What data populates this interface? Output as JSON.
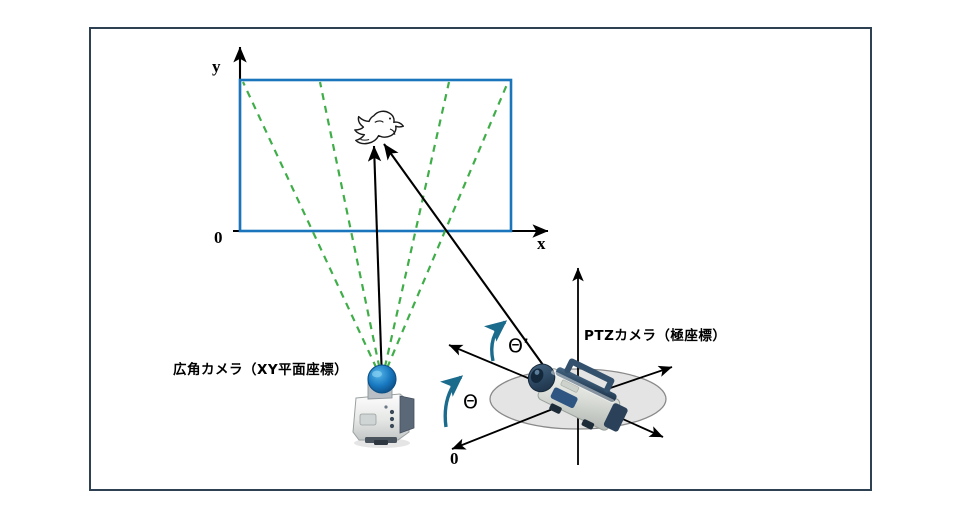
{
  "figure": {
    "border_color": "#2e4153",
    "background": "#ffffff"
  },
  "plane_coordinate_system": {
    "y_axis_label": "y",
    "x_axis_label": "x",
    "origin_label": "0",
    "frame_rect_color": "#1b75bc",
    "frustum_color": "#3fae49",
    "frustum_style": "dashed"
  },
  "polar_coordinate_system": {
    "pan_label": "Θ",
    "tilt_label": "Θ’",
    "origin_label": "0",
    "arrow_color": "#1b6b8c",
    "ground_plane_fill": "#e3e3e3",
    "ground_plane_stroke": "#808080"
  },
  "labels": {
    "wide_camera": "広角カメラ（XY平面座標）",
    "ptz_camera": "PTZカメラ（極座標）"
  },
  "objects": {
    "target_icon": "dove-bird-icon",
    "wide_camera_icon": "wide-angle-camera-icon",
    "ptz_camera_icon": "ptz-camera-icon"
  }
}
